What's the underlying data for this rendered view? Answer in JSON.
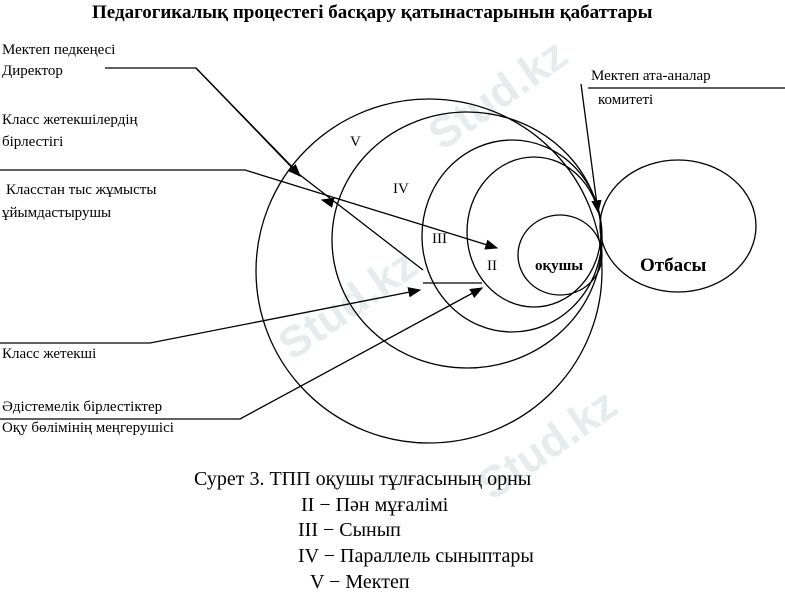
{
  "title": "Педагогикалық процестегі басқару қатынастарынын қабаттары",
  "labels": {
    "school_council": "Мектеп педкеңесі",
    "director": "Директор",
    "class_leaders_union_1": "Класс жетекшілердің",
    "class_leaders_union_2": "бірлестігі",
    "extracurricular_1": "Класстан тыс жұмысты",
    "extracurricular_2": "ұйымдастырушы",
    "class_leader": "Класс жетекші",
    "methodical_unions": "Әдістемелік  бірлестіктер",
    "study_head": "Оқу бөлімінің меңгерушісі",
    "parents_committee_1": "Мектеп ата-аналар",
    "parents_committee_2": "комитеті"
  },
  "circles": {
    "v": "V",
    "iv": "IV",
    "iii": "III",
    "ii": "II",
    "student": "оқушы",
    "family": "Отбасы"
  },
  "caption": {
    "title": "Сурет 3.  ТПП оқушы тұлғасының орны",
    "items": [
      "II − Пән мұғалімі",
      "III  − Сынып",
      "IV − Параллель сыныптары",
      "V − Мектеп"
    ]
  },
  "watermark": "Stud.kz"
}
